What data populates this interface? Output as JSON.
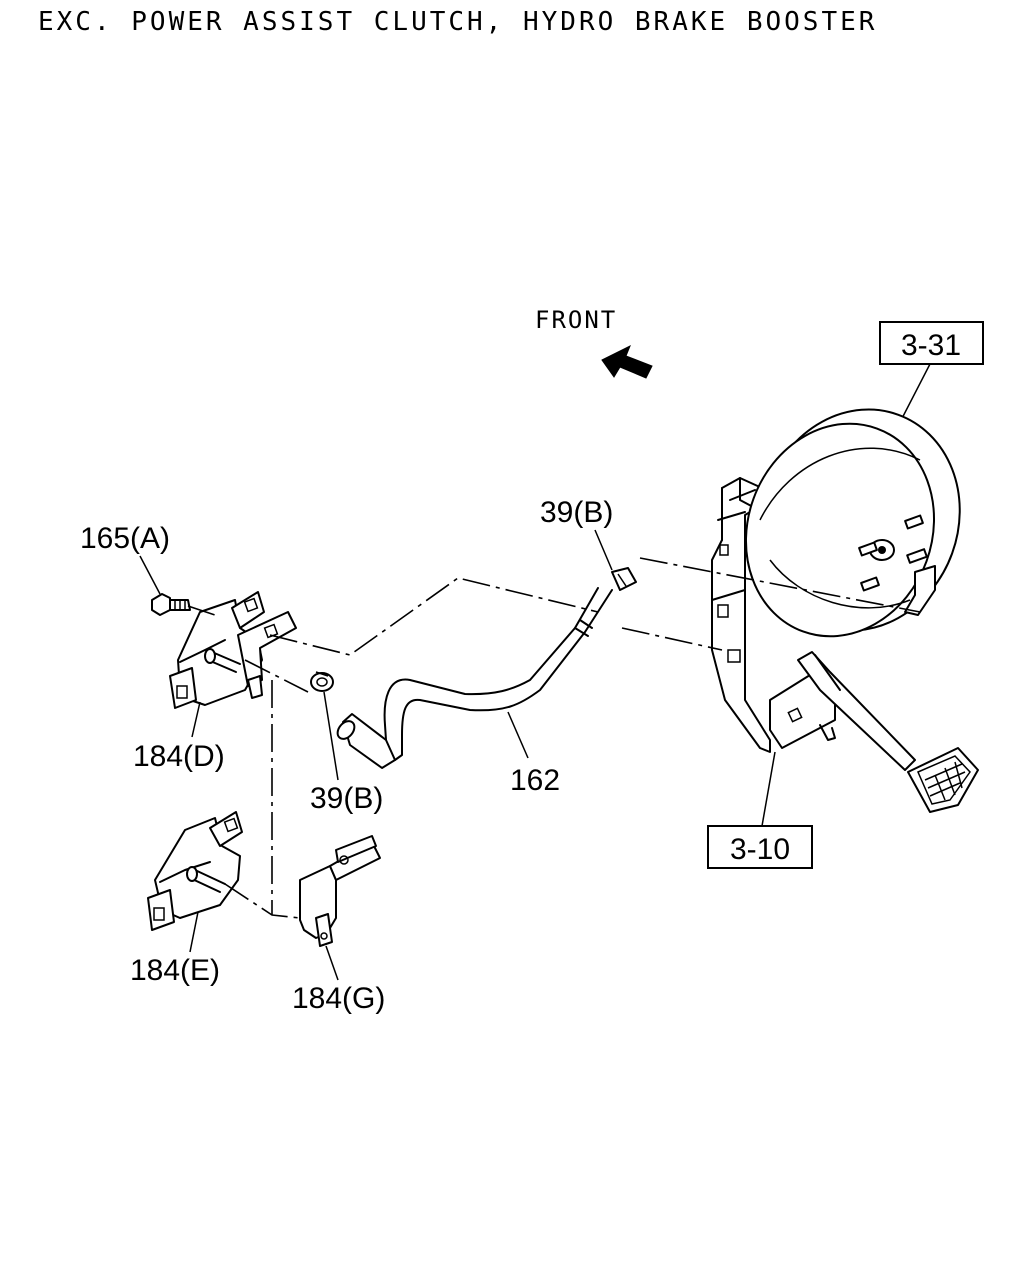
{
  "title": "EXC. POWER ASSIST CLUTCH, HYDRO BRAKE BOOSTER",
  "direction_label": "FRONT",
  "ref_boxes": {
    "booster_ref": "3-31",
    "pedal_ref": "3-10"
  },
  "callouts": {
    "bolt": "165(A)",
    "clip_upper": "39(B)",
    "clip_lower": "39(B)",
    "hose": "162",
    "bracket_d": "184(D)",
    "bracket_e": "184(E)",
    "bracket_g": "184(G)"
  },
  "icons": {
    "front_arrow": "arrow-up-left-icon"
  }
}
